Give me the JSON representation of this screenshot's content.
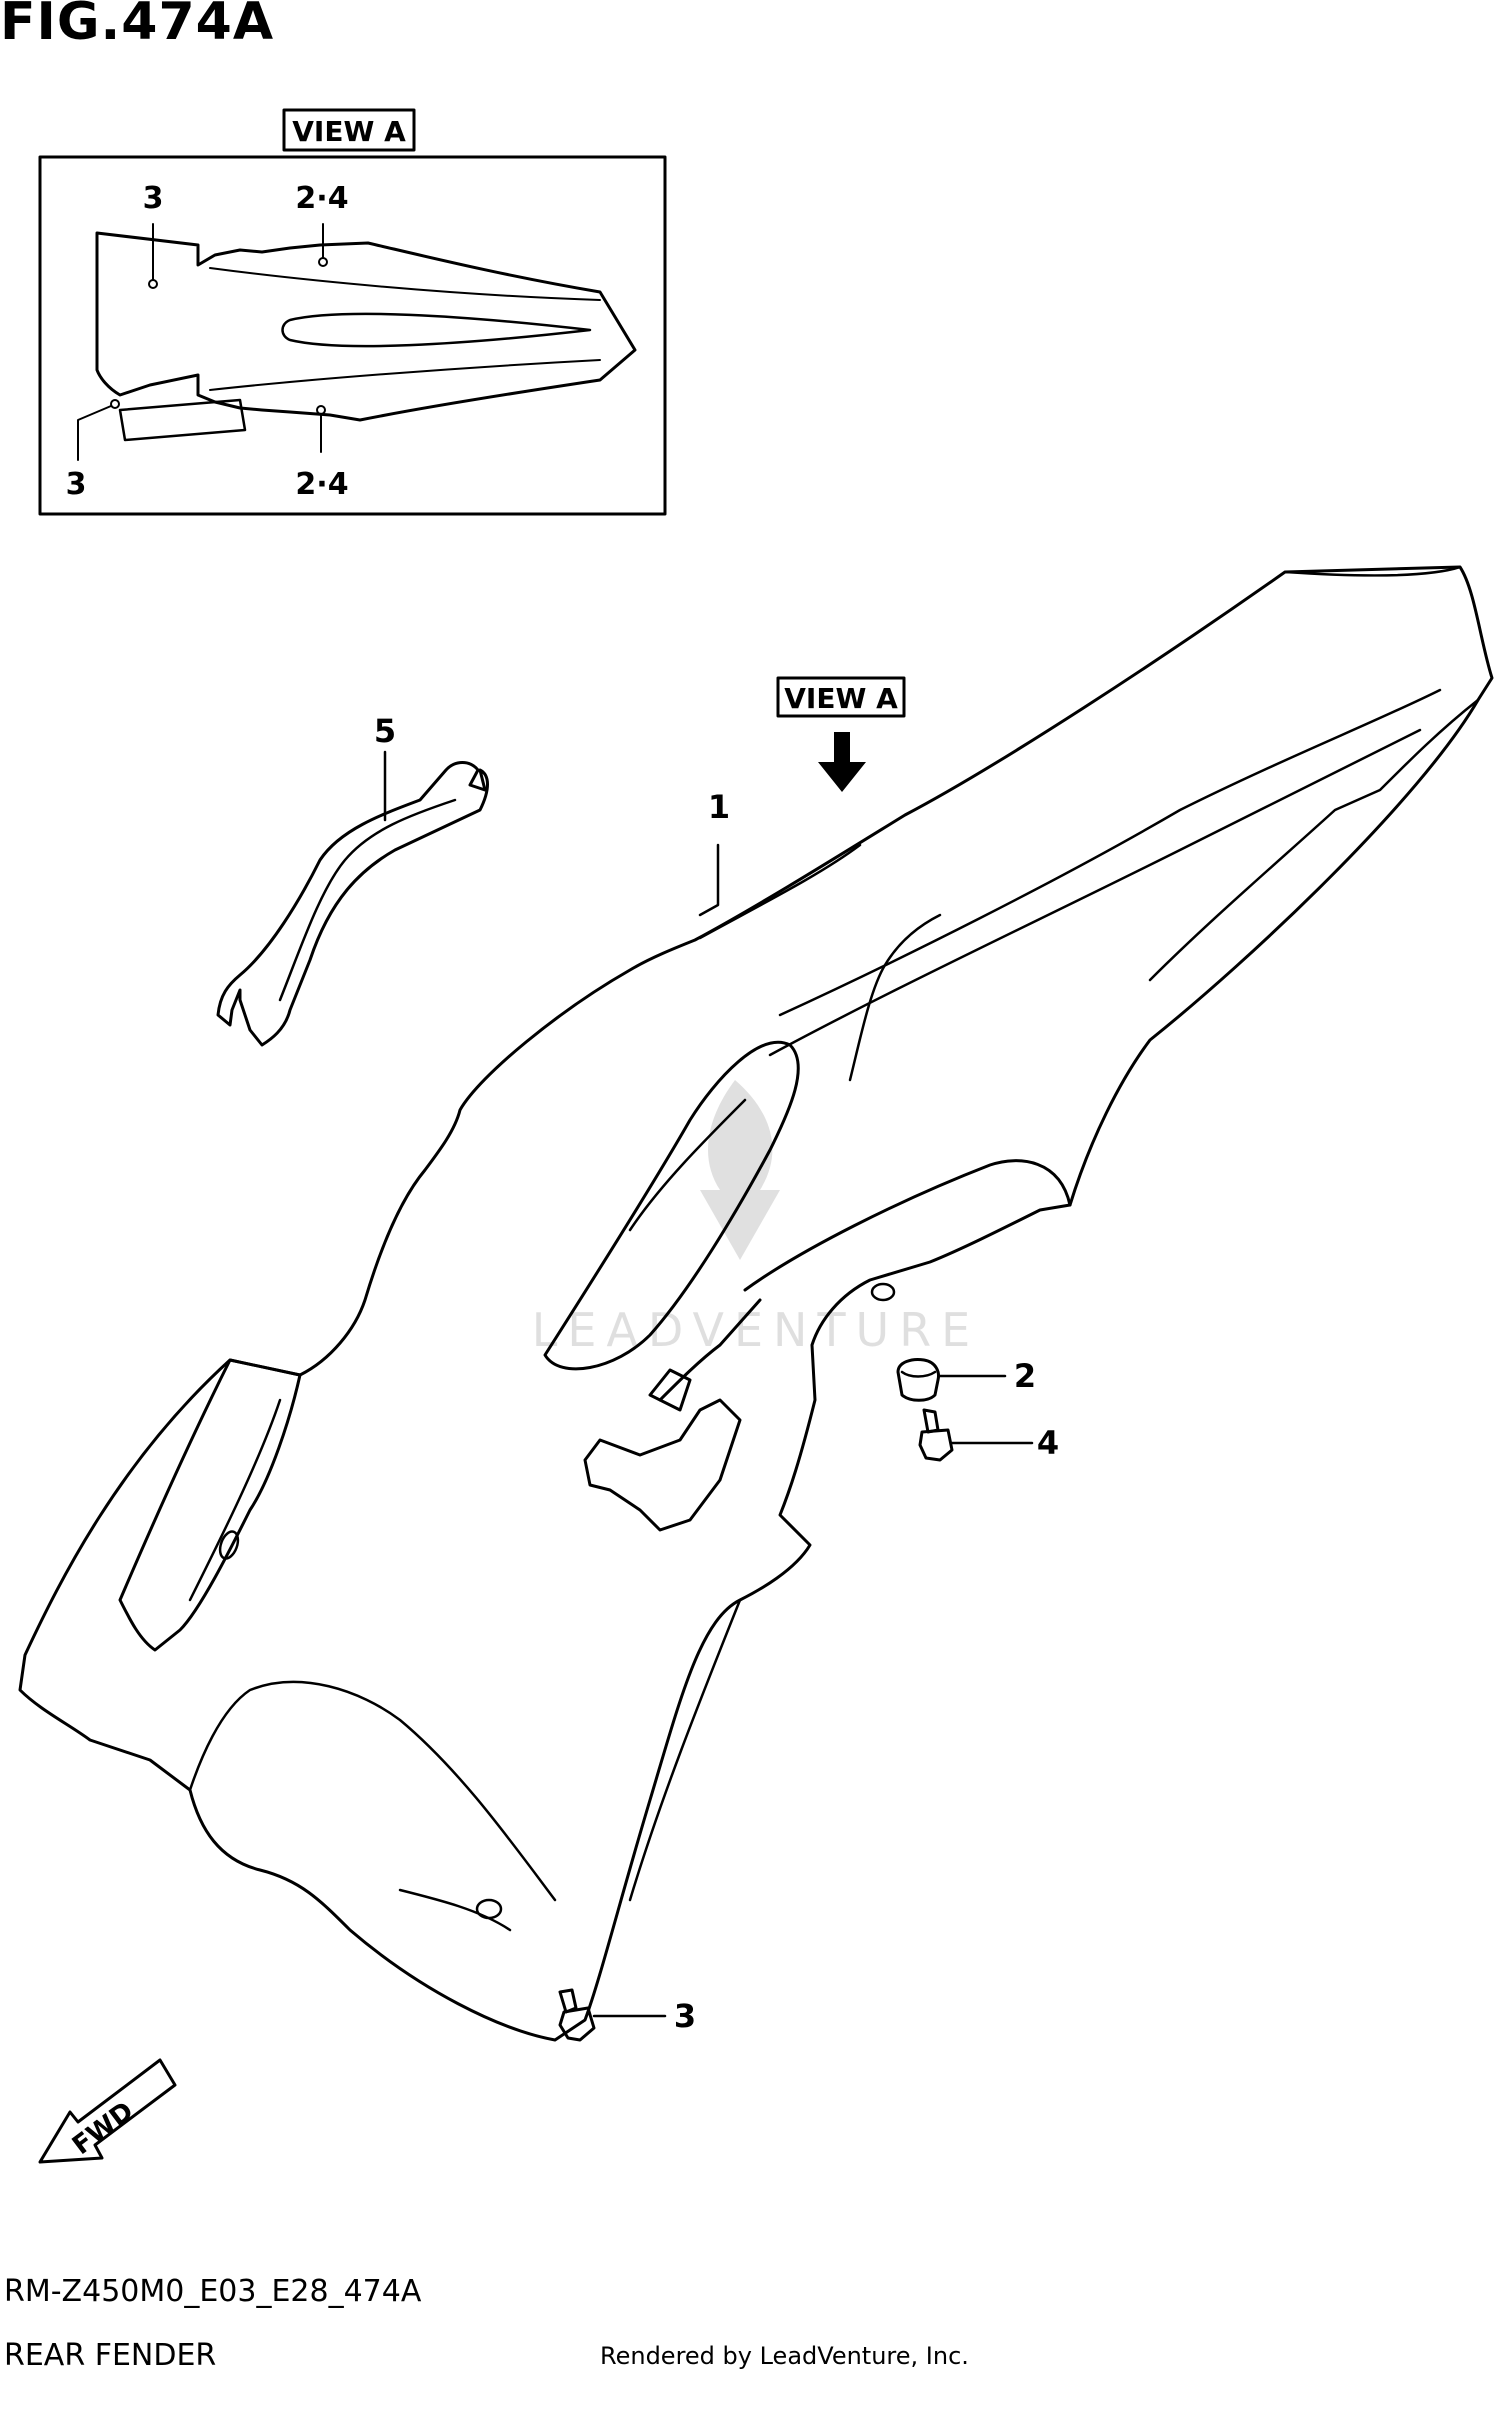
{
  "figure_title": "FIG.474A",
  "diagram_code": "RM-Z450M0_E03_E28_474A",
  "diagram_name": "REAR FENDER",
  "credit": "Rendered by LeadVenture, Inc.",
  "watermark": "LEADVENTURE",
  "view_label": "VIEW A",
  "fwd_label": "FWD",
  "inset_callouts": [
    "3",
    "2·4",
    "3",
    "2·4"
  ],
  "part_callouts": [
    "1",
    "2",
    "3",
    "4",
    "5"
  ]
}
